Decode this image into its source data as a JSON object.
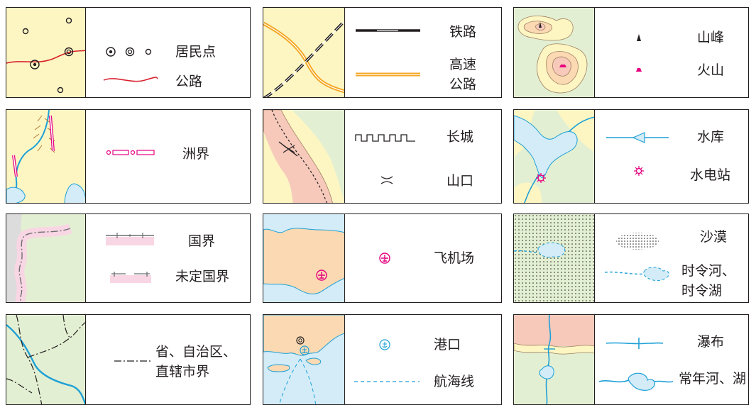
{
  "legend": {
    "settlement": "居民点",
    "road": "公路",
    "railway": "铁路",
    "expressway_line1": "高速",
    "expressway_line2": "公路",
    "peak": "山峰",
    "volcano": "火山",
    "sandbar_boundary": "洲界",
    "great_wall": "长城",
    "mountain_pass": "山口",
    "reservoir": "水库",
    "hydropower": "水电站",
    "national_boundary": "国界",
    "undetermined_boundary": "未定国界",
    "airport": "飞机场",
    "desert": "沙漠",
    "seasonal_river": "时令河、",
    "seasonal_lake": "时令湖",
    "provincial_boundary_line1": "省、自治区、",
    "provincial_boundary_line2": "直辖市界",
    "port": "港口",
    "sea_route": "航海线",
    "waterfall": "瀑布",
    "perennial_river_lake": "常年河、湖"
  },
  "colors": {
    "yellow_land": "#fdf6c3",
    "green_land": "#e3efd2",
    "orange_land": "#fbd9b3",
    "pink_land": "#f6c9bb",
    "water": "#d3ecf8",
    "river": "#1ea0d6",
    "road_red": "#d9232f",
    "magenta": "#e4007f",
    "boundary_pink": "#f9d6e4",
    "expressway_orange": "#f5a623",
    "gray_land": "#dcdcdc"
  },
  "icons": [
    "mountain-peak-icon",
    "volcano-icon",
    "hydropower-icon",
    "airport-icon",
    "anchor-icon",
    "settlement-icon"
  ]
}
